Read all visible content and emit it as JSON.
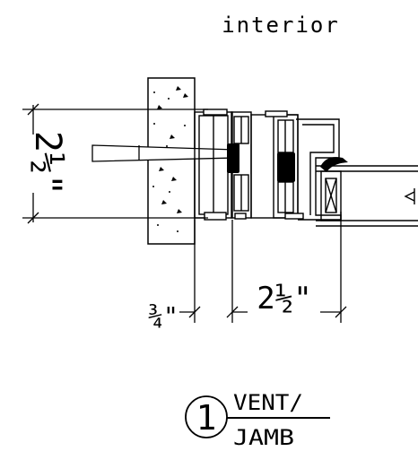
{
  "labels": {
    "interior": "interior",
    "dim_vertical": "2½\"",
    "dim_three_quarter": "¾\"",
    "dim_horizontal": "2½\"",
    "detail_number": "1",
    "detail_title_line1": "VENT/",
    "detail_title_line2": "JAMB"
  }
}
